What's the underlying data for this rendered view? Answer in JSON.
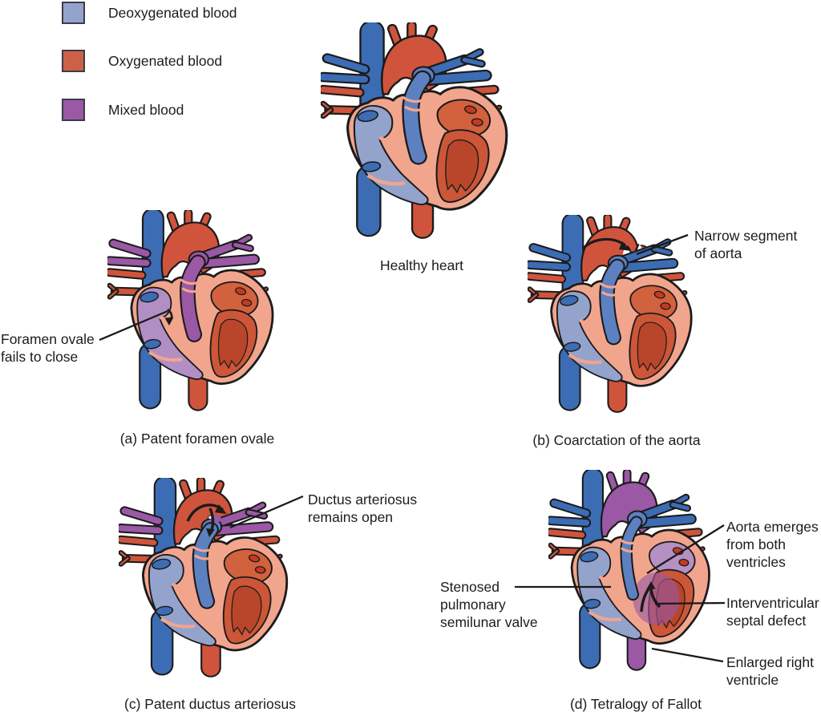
{
  "legend": {
    "items": [
      {
        "label": "Deoxygenated blood",
        "color": "#94a3cc"
      },
      {
        "label": "Oxygenated blood",
        "color": "#cd6147"
      },
      {
        "label": "Mixed blood",
        "color": "#9a58a5"
      }
    ]
  },
  "figures": {
    "healthy": {
      "caption": "Healthy heart"
    },
    "a": {
      "caption": "(a) Patent foramen ovale",
      "annotation": "Foramen ovale\nfails to close"
    },
    "b": {
      "caption": "(b) Coarctation of the aorta",
      "annotation": "Narrow segment\nof aorta"
    },
    "c": {
      "caption": "(c) Patent ductus arteriosus",
      "annotation": "Ductus arteriosus\nremains open"
    },
    "d": {
      "caption": "(d) Tetralogy of Fallot",
      "annotations": {
        "stenosed": "Stenosed\npulmonary\nsemilunar valve",
        "aorta_emerges": "Aorta emerges\nfrom both\nventricles",
        "septal_defect": "Interventricular\nseptal defect",
        "enlarged": "Enlarged right\nventricle"
      }
    }
  }
}
